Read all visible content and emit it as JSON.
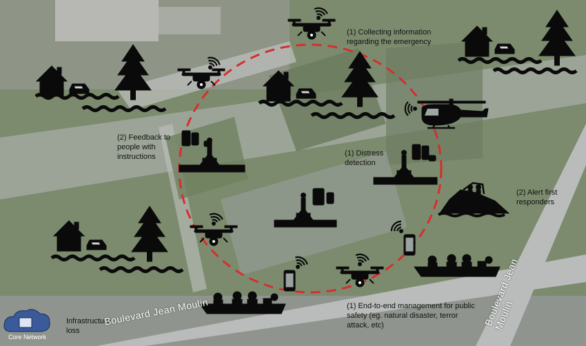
{
  "labels": {
    "collecting": "(1) Collecting information regarding the emergency",
    "feedback": "(2) Feedback to people with instructions",
    "distress": "(1)    Distress detection",
    "alert": "(2) Alert first responders",
    "end_to_end": "(1) End-to-end management for public safety (eg. natural disaster, terror attack, etc)",
    "infra": "Infrastructure loss",
    "core_network": "Core Network",
    "street": "Boulevard Jean Moulin"
  },
  "colors": {
    "circle": "#d62e2e",
    "icons": "#0a0a0a",
    "road": "#b9bcbb",
    "grass": "#7c8b6e"
  },
  "icons": [
    "drone-icon",
    "house-icon",
    "car-icon",
    "tree-icon",
    "water-icon",
    "helicopter-icon",
    "boat-icon",
    "smartphone-icon",
    "wireless-icon",
    "person-icon",
    "cloud-icon",
    "server-icon"
  ]
}
